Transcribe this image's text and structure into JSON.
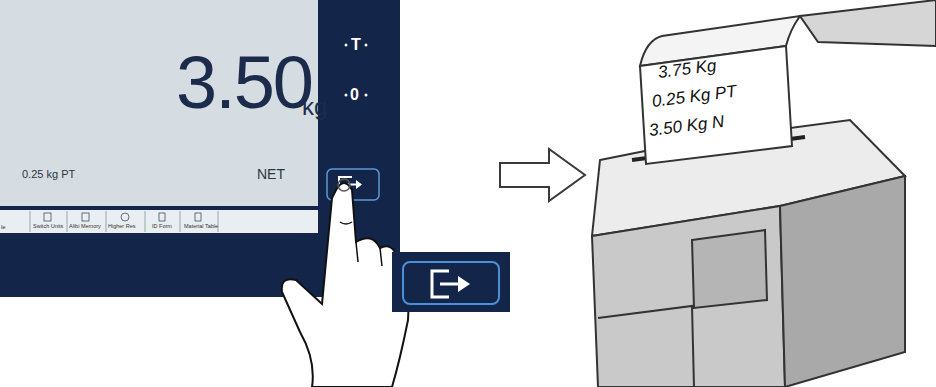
{
  "diagram": {
    "nodes": [
      {
        "text": [
          "3.50",
          "kg",
          "0.25 kg PT",
          "NET"
        ]
      },
      {
        "text": [
          "3.75 Kg",
          "0.25 Kg PT",
          "3.50 Kg N"
        ]
      }
    ],
    "edges": [
      {
        "from": 0,
        "to": 1,
        "arrow": "to"
      }
    ],
    "labels": [
      "T",
      "0",
      "le",
      "Switch Units",
      "Alibi Memory",
      "Higher Res",
      "ID Form",
      "Material Table"
    ]
  }
}
